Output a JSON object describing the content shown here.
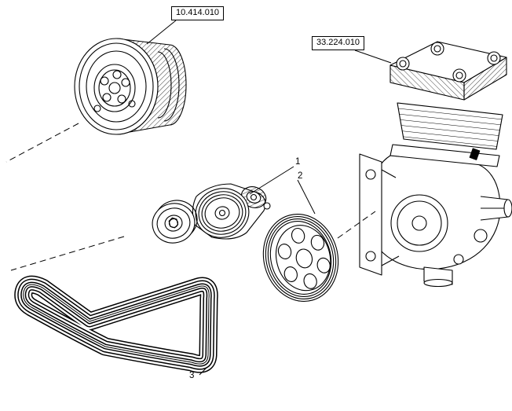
{
  "diagram": {
    "ref_links": [
      {
        "label": "10.414.010"
      },
      {
        "label": "33.224.010"
      }
    ],
    "callouts": [
      {
        "label": "1"
      },
      {
        "label": "2"
      },
      {
        "label": "3"
      }
    ],
    "colors": {
      "line": "#000000",
      "background": "#ffffff"
    }
  }
}
